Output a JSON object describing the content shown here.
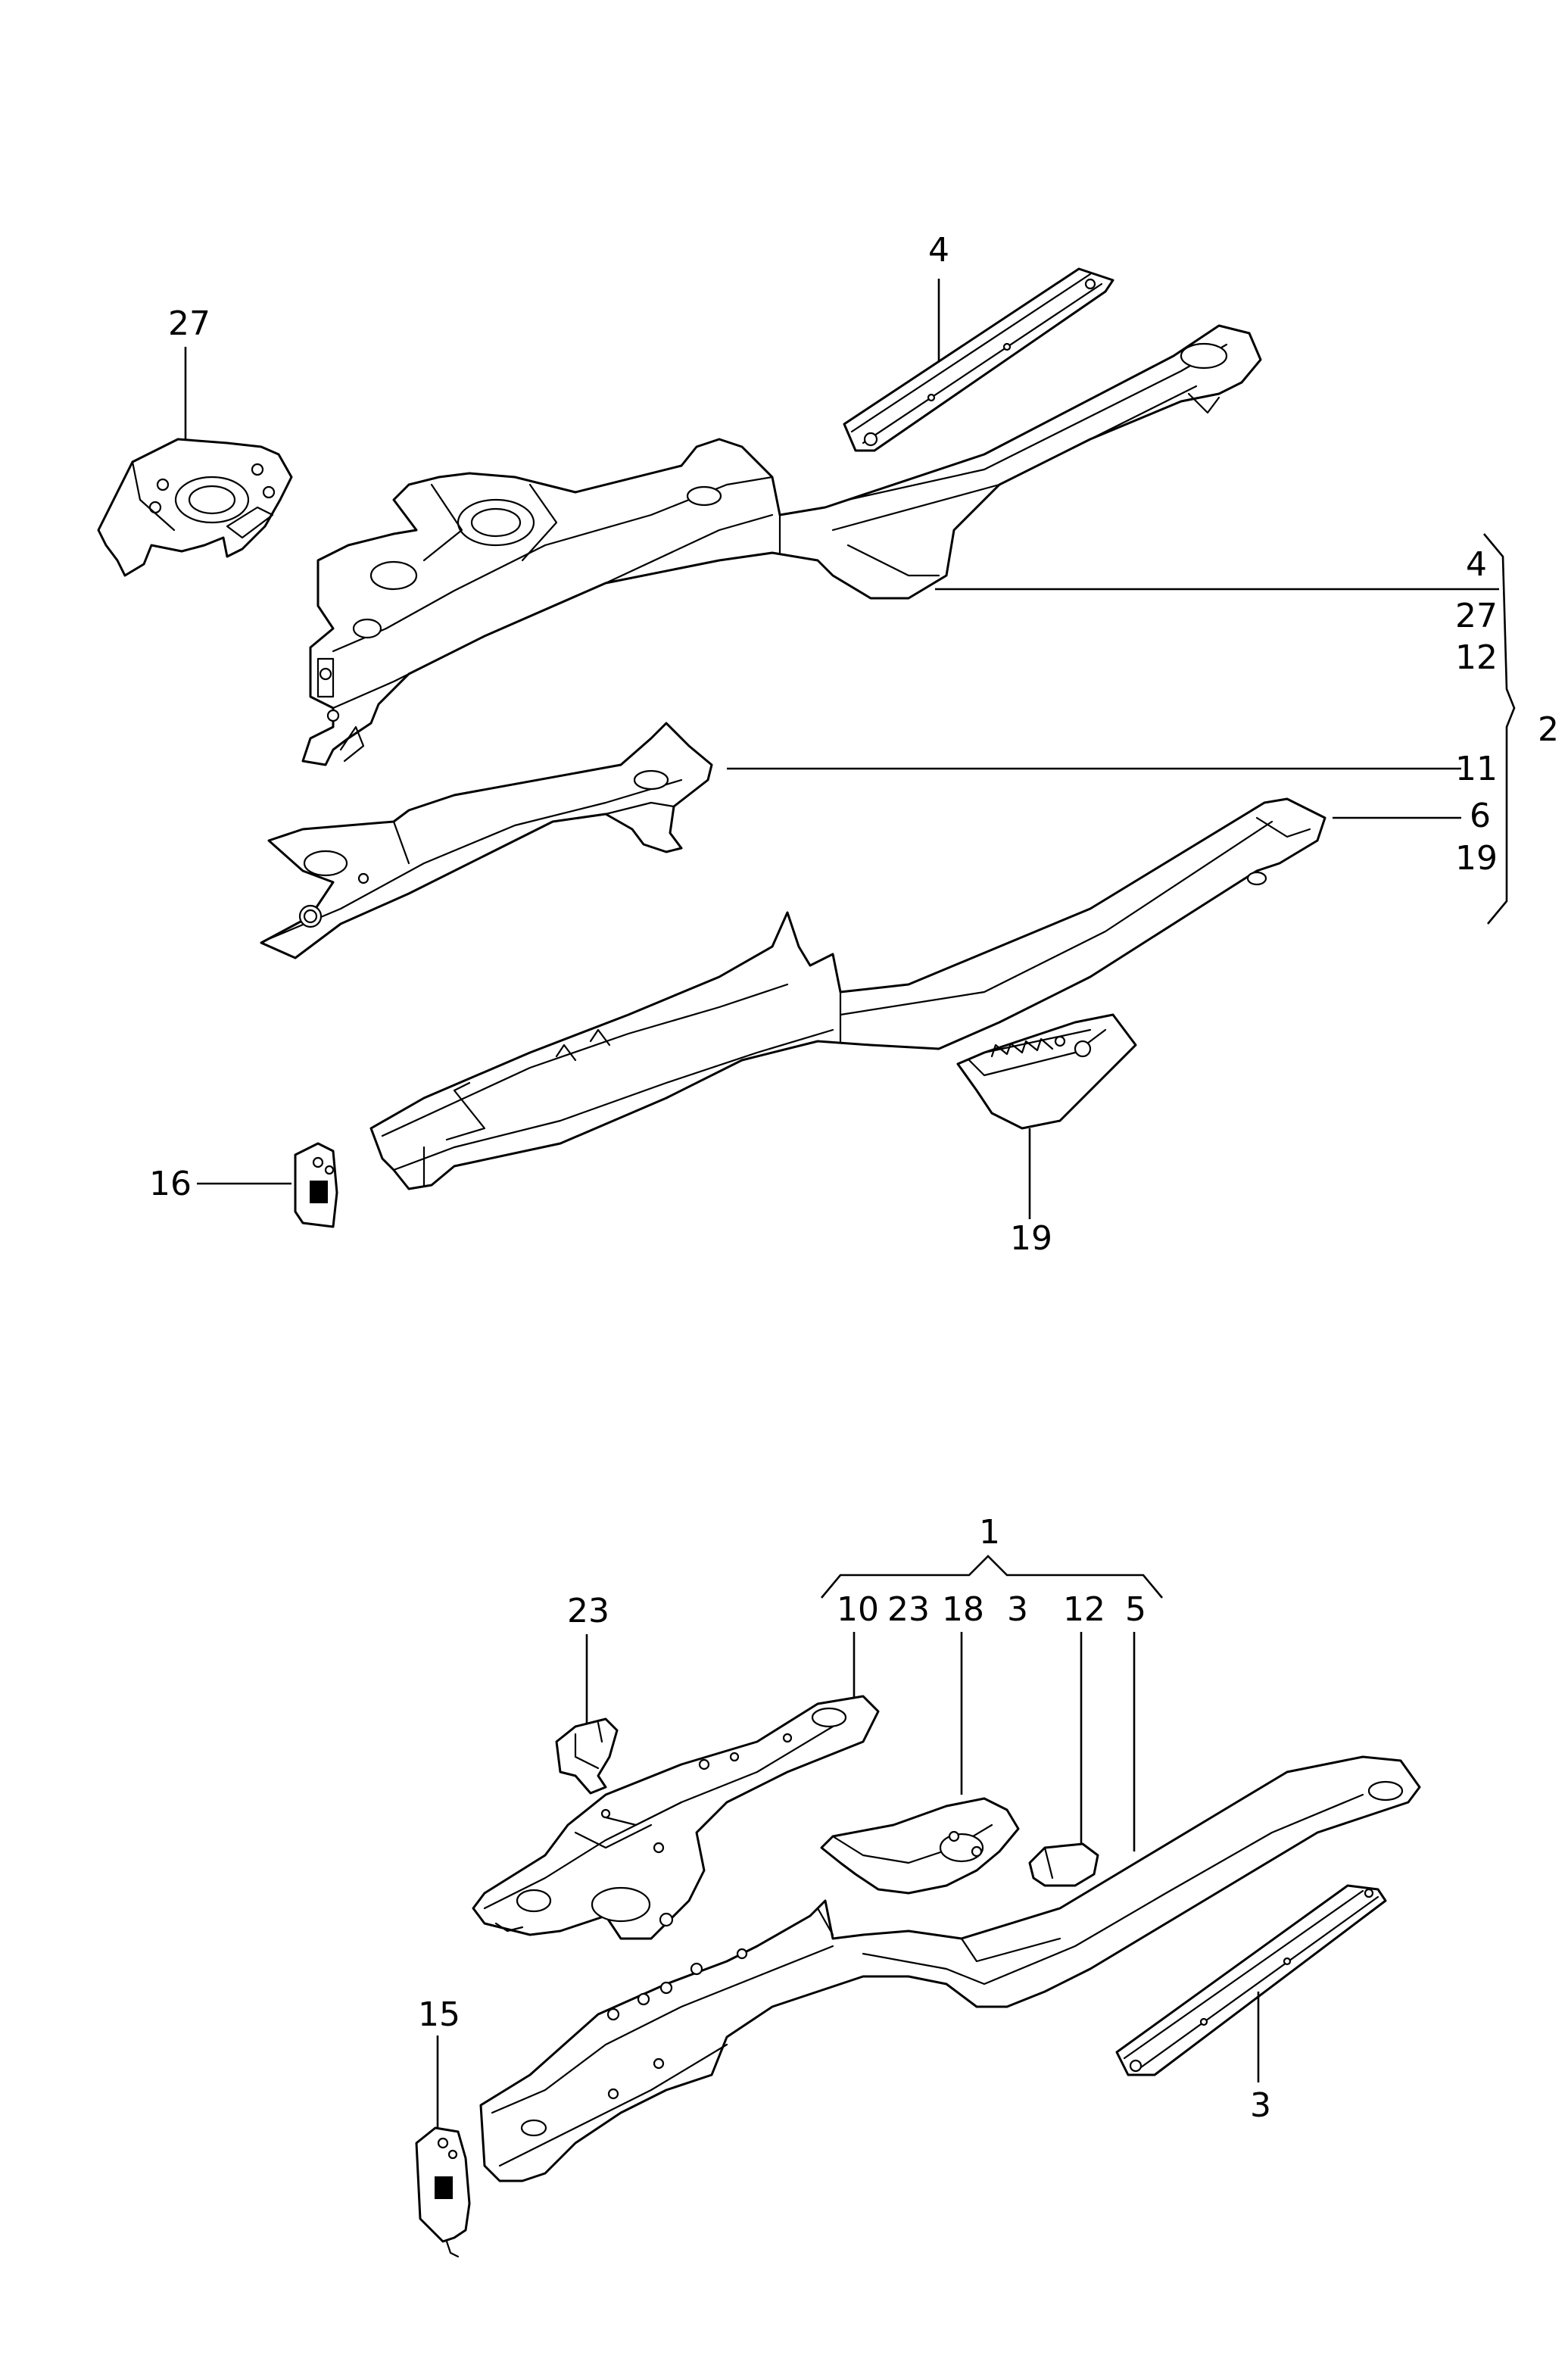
{
  "diagram": {
    "top_section": {
      "callouts": {
        "c27": "27",
        "c4": "4",
        "g_4": "4",
        "g_27": "27",
        "g_12": "12",
        "g_2": "2",
        "g_11": "11",
        "g_6": "6",
        "g_19": "19",
        "c16": "16",
        "c19": "19"
      }
    },
    "bottom_section": {
      "callouts": {
        "c1": "1",
        "c10": "10",
        "c23a": "23",
        "c18": "18",
        "c3a": "3",
        "c12": "12",
        "c5": "5",
        "c23": "23",
        "c15": "15",
        "c3": "3"
      }
    }
  }
}
